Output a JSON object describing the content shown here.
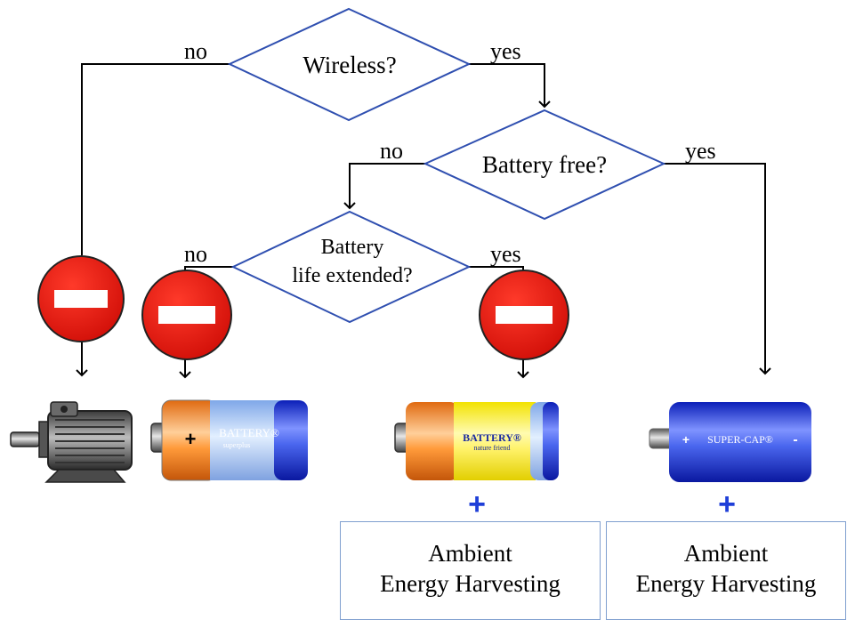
{
  "decisions": {
    "wireless": "Wireless?",
    "battery_free": "Battery free?",
    "battery_life_line1": "Battery",
    "battery_life_line2": "life extended?"
  },
  "branch_labels": {
    "no": "no",
    "yes": "yes"
  },
  "batteries": {
    "regular": {
      "brand": "BATTERY®",
      "sub": "superplus",
      "sign": "+"
    },
    "eco": {
      "brand": "BATTERY®",
      "sub": "nature friend"
    },
    "supercap": {
      "brand": "SUPER-CAP®",
      "plus": "+",
      "minus": "-"
    }
  },
  "plus_sign": "+",
  "harvest_boxes": [
    {
      "line1": "Ambient",
      "line2": "Energy Harvesting"
    },
    {
      "line1": "Ambient",
      "line2": "Energy Harvesting"
    }
  ],
  "colors": {
    "diamond_border": "#2f4fb0",
    "no_entry_red": "#e41a12",
    "plus_blue": "#1f3fd8"
  }
}
